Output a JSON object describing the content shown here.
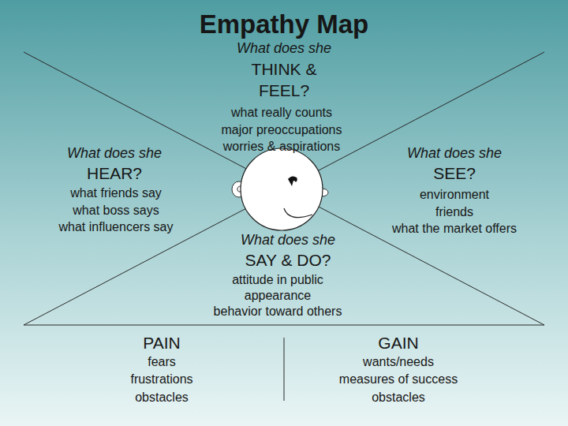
{
  "diagram": {
    "title": "Empathy Map",
    "labels": [
      "What does she",
      "THINK & FEEL?",
      "what really counts major preoccupations worries & aspirations",
      "What does she",
      "HEAR?",
      "what friends say what boss says what influencers say",
      "What does she",
      "SEE?",
      "environment friends what the market offers",
      "What does she",
      "SAY & DO?",
      "attitude in public appearance behavior toward others",
      "PAIN",
      "fears frustrations obstacles",
      "GAIN",
      "wants/needs measures of success obstacles"
    ]
  }
}
